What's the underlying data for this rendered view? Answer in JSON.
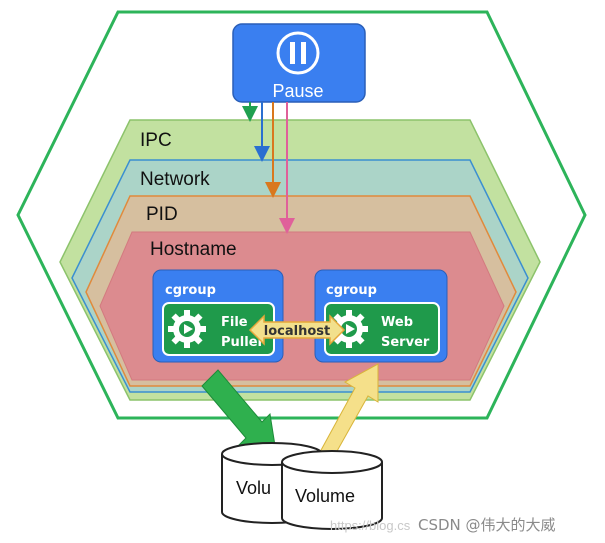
{
  "pause": {
    "label": "Pause",
    "icon": "pause-icon"
  },
  "namespaces": {
    "ipc": "IPC",
    "network": "Network",
    "pid": "PID",
    "hostname": "Hostname"
  },
  "containers": [
    {
      "cgroup": "cgroup",
      "line1": "File",
      "line2": "Puller",
      "icon": "gear-play-icon"
    },
    {
      "cgroup": "cgroup",
      "line1": "Web",
      "line2": "Server",
      "icon": "gear-play-icon"
    }
  ],
  "link": {
    "label": "localhost"
  },
  "volumes": [
    {
      "label": "Volu"
    },
    {
      "label": "Volume"
    }
  ],
  "watermark": {
    "faint": "https://blog.cs",
    "text": "CSDN @伟大的大威"
  },
  "colors": {
    "outer_hex": "#2db45a",
    "ipc": "#c2e1a0",
    "network": "#abd4c8",
    "pid": "#d6bf9f",
    "hostname": "#dc8b8f",
    "blue": "#3a7ff0",
    "green": "#1f9a4b"
  }
}
